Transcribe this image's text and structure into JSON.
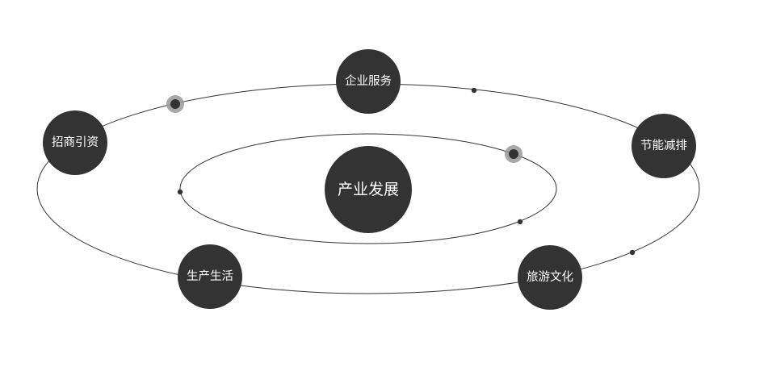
{
  "diagram": {
    "center": {
      "label": "产业发展"
    },
    "nodes": [
      {
        "id": "enterprise",
        "label": "企业服务"
      },
      {
        "id": "energy",
        "label": "节能减排"
      },
      {
        "id": "tourism",
        "label": "旅游文化"
      },
      {
        "id": "life",
        "label": "生产生活"
      },
      {
        "id": "investment",
        "label": "招商引资"
      }
    ]
  },
  "colors": {
    "node_fill": "#333333",
    "orbit_stroke": "#333333",
    "text": "#ffffff",
    "halo": "#999999"
  }
}
